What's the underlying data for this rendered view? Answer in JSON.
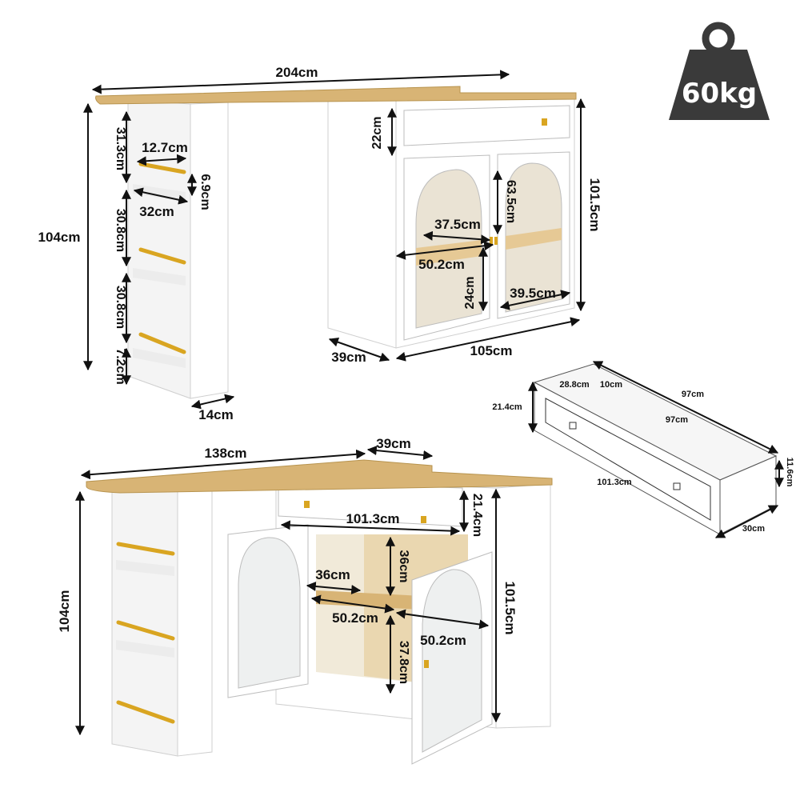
{
  "weight": {
    "label": "60kg",
    "icon": "weight-icon"
  },
  "top_view": {
    "total_width": "204cm",
    "height_left": "104cm",
    "shelf_1_height": "31.3cm",
    "shelf_depth": "12.7cm",
    "shelf_gap": "6.9cm",
    "shelf_width": "32cm",
    "shelf_2_height": "30.8cm",
    "shelf_3_height": "30.8cm",
    "base_height": "7.2cm",
    "shelf_unit_depth": "14cm",
    "drawer_height": "22cm",
    "cabinet_height": "101.5cm",
    "door_height": "63.5cm",
    "inner_width_top": "37.5cm",
    "inner_width": "50.2cm",
    "lower_height": "24cm",
    "door_width": "39.5cm",
    "cabinet_depth": "39cm",
    "cabinet_width": "105cm"
  },
  "drawer_view": {
    "height": "21.4cm",
    "inner_depth": "28.8cm",
    "inner_side": "10cm",
    "outer_length": "97cm",
    "inner_length": "97cm",
    "front_length": "101.3cm",
    "side_height": "11.6cm",
    "depth": "30cm"
  },
  "bottom_view": {
    "top_length": "138cm",
    "top_depth": "39cm",
    "height": "104cm",
    "drawer_width": "101.3cm",
    "drawer_height": "21.4cm",
    "shelf_depth": "36cm",
    "upper_height": "36cm",
    "inner_width_left": "50.2cm",
    "inner_width_right": "50.2cm",
    "lower_height": "37.8cm",
    "cabinet_height": "101.5cm"
  },
  "colors": {
    "wood": "#d8b475",
    "white": "#ffffff",
    "edge": "#c9c9c9",
    "gold": "#d9a521",
    "weight": "#3a3a3a",
    "interior": "#e6c995"
  }
}
